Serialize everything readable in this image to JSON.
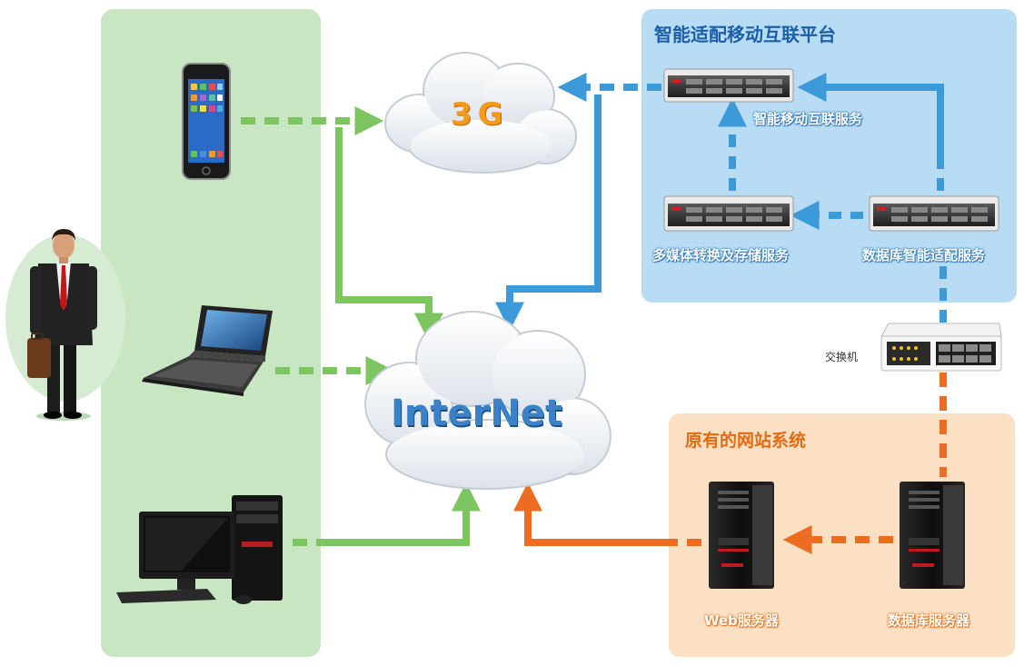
{
  "platform": {
    "title": "智能适配移动互联平台",
    "services": {
      "mobile": "智能移动互联服务",
      "multimedia": "多媒体转换及存储服务",
      "database_adapt": "数据库智能适配服务"
    }
  },
  "switch": {
    "label": "交换机"
  },
  "legacy": {
    "title": "原有的网站系统",
    "web_server": "Web服务器",
    "db_server": "数据库服务器"
  },
  "clouds": {
    "g3": "3G",
    "internet": "InterNet"
  },
  "colors": {
    "green_panel": "#c8e6c2",
    "blue_panel": "#b7dcf3",
    "orange_panel": "#fbe0c4",
    "green_arrow": "#7cc561",
    "blue_arrow": "#3d9ad9",
    "orange_arrow": "#ec6d22"
  },
  "icons": [
    "businessman-icon",
    "smartphone-icon",
    "laptop-icon",
    "desktop-pc-icon",
    "rack-server-icon",
    "tower-server-icon",
    "network-switch-icon",
    "cloud-icon"
  ]
}
